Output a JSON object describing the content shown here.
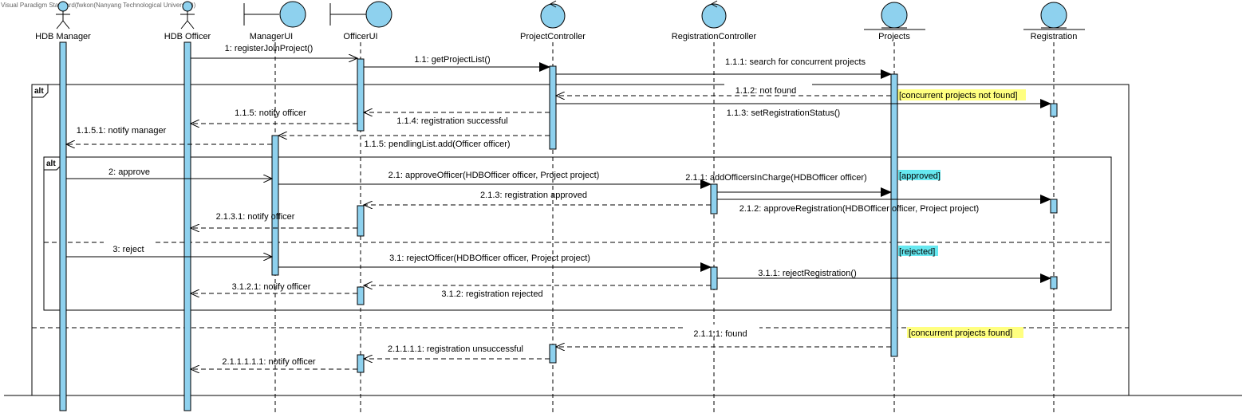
{
  "watermark": "Visual Paradigm Standard(fwkon(Nanyang Technological University))",
  "colors": {
    "activation": "#8ed1ee",
    "guard_yellow": "#ffff80",
    "guard_cyan": "#66e8f0"
  },
  "lifelines": [
    {
      "name": "HDB Manager",
      "icon": "actor-icon"
    },
    {
      "name": "HDB Officer",
      "icon": "actor-icon"
    },
    {
      "name": "ManagerUI",
      "icon": "boundary-icon"
    },
    {
      "name": "OfficerUI",
      "icon": "boundary-icon"
    },
    {
      "name": "ProjectController",
      "icon": "control-icon"
    },
    {
      "name": "RegistrationController",
      "icon": "control-icon"
    },
    {
      "name": "Projects",
      "icon": "entity-icon"
    },
    {
      "name": "Registration",
      "icon": "entity-icon"
    }
  ],
  "fragments": {
    "outer_label": "alt",
    "inner_label": "alt"
  },
  "guards": {
    "not_found": "[concurrent projects not found]",
    "approved": "[approved]",
    "rejected": "[rejected]",
    "found": "[concurrent projects found]"
  },
  "messages": [
    "1: registerJoinProject()",
    "1.1: getProjectList()",
    "1.1.1: search for concurrent projects",
    "1.1.2: not found",
    "1.1.3: setRegistrationStatus()",
    "1.1.4: registration successful",
    "1.1.5: notify officer",
    "1.1.5.1: notify manager",
    "1.1.5: pendlingList.add(Officer officer)",
    "2: approve",
    "2.1: approveOfficer(HDBOfficer officer, Project project)",
    "2.1.1: addOfficersInCharge(HDBOfficer officer)",
    "2.1.2: approveRegistration(HDBOfficer officer, Project project)",
    "2.1.3: registration approved",
    "2.1.3.1: notify officer",
    "3: reject",
    "3.1: rejectOfficer(HDBOfficer officer, Project project)",
    "3.1.1: rejectRegistration()",
    "3.1.2: registration rejected",
    "3.1.2.1: notify officer",
    "2.1.1.1: found",
    "2.1.1.1.1: registration unsuccessful",
    "2.1.1.1.1.1: notify officer"
  ]
}
